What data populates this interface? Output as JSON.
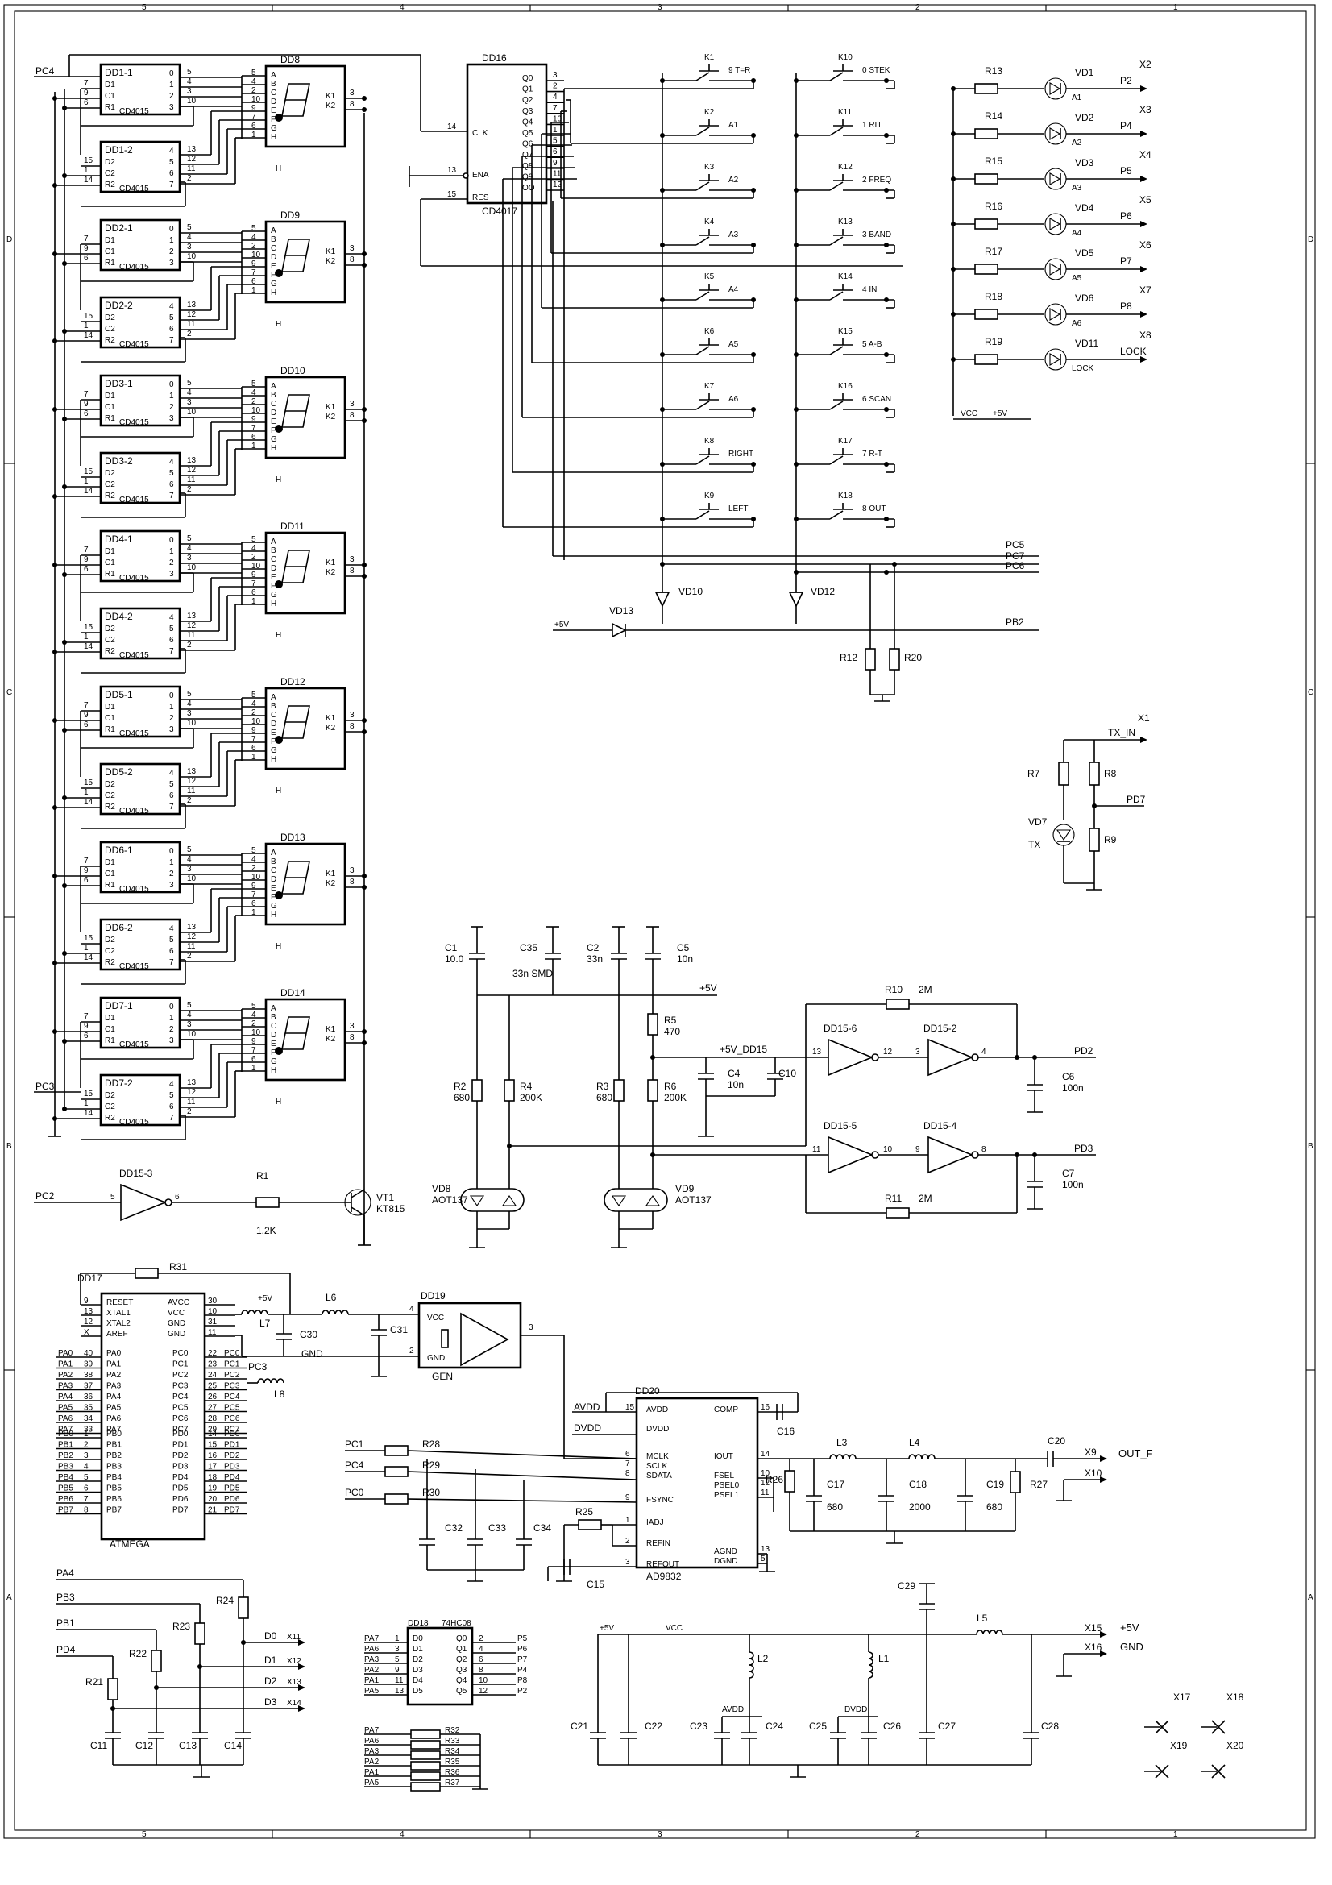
{
  "frame": {
    "cols": [
      "5",
      "4",
      "3",
      "2",
      "1"
    ],
    "rows": [
      "D",
      "C",
      "B",
      "A"
    ]
  },
  "counters": [
    {
      "a": "DD1-1",
      "b": "DD1-2",
      "disp": "DD8"
    },
    {
      "a": "DD2-1",
      "b": "DD2-2",
      "disp": "DD9"
    },
    {
      "a": "DD3-1",
      "b": "DD3-2",
      "disp": "DD10"
    },
    {
      "a": "DD4-1",
      "b": "DD4-2",
      "disp": "DD11"
    },
    {
      "a": "DD5-1",
      "b": "DD5-2",
      "disp": "DD12"
    },
    {
      "a": "DD6-1",
      "b": "DD6-2",
      "disp": "DD13"
    },
    {
      "a": "DD7-1",
      "b": "DD7-2",
      "disp": "DD14"
    }
  ],
  "counter_common": {
    "chip": "CD4015",
    "upper_pins_left": [
      "D1",
      "C1",
      "R1"
    ],
    "upper_pins_left_nums": [
      "7",
      "9",
      "6"
    ],
    "upper_pins_right": [
      "0",
      "1",
      "2",
      "3"
    ],
    "upper_pins_right_nums": [
      "5",
      "4",
      "3",
      "10"
    ],
    "lower_pins_left": [
      "D2",
      "C2",
      "R2"
    ],
    "lower_pins_left_nums": [
      "15",
      "1",
      "14"
    ],
    "lower_pins_right": [
      "4",
      "5",
      "6",
      "7"
    ],
    "lower_pins_right_nums": [
      "13",
      "12",
      "11",
      "2"
    ],
    "disp_pin_nums": [
      "5",
      "4",
      "2",
      "10",
      "9",
      "7",
      "6",
      "1"
    ],
    "segments": [
      "A",
      "B",
      "C",
      "D",
      "E",
      "F",
      "G",
      "H"
    ],
    "k1": "K1",
    "k2": "K2",
    "k_nums": [
      "3",
      "8"
    ],
    "h": "H"
  },
  "nets": {
    "pc4": "PC4",
    "pc3": "PC3",
    "pc2": "PC2",
    "pc5": "PC5",
    "pc7": "PC7",
    "pc6": "PC6",
    "pb2": "PB2",
    "pd7": "PD7",
    "pd2": "PD2",
    "pd3": "PD3",
    "p5v": "+5V",
    "vcc": "VCC",
    "p5v_dd15": "+5V_DD15",
    "avdd": "AVDD",
    "dvdd": "DVDD",
    "gnd": "GND"
  },
  "dd16": {
    "name": "DD16",
    "chip": "CD4017",
    "clk": "CLK",
    "clk_n": "14",
    "ena": "ENA",
    "ena_n": "13",
    "res": "RES",
    "res_n": "15",
    "outs": [
      "Q0",
      "Q1",
      "Q2",
      "Q3",
      "Q4",
      "Q5",
      "Q6",
      "Q7",
      "Q8",
      "Q9",
      "OO"
    ],
    "out_nums": [
      "3",
      "2",
      "4",
      "7",
      "10",
      "1",
      "5",
      "6",
      "9",
      "11",
      "12"
    ]
  },
  "keys_left": [
    {
      "k": "K1",
      "l": "9 T=R"
    },
    {
      "k": "K2",
      "l": "A1"
    },
    {
      "k": "K3",
      "l": "A2"
    },
    {
      "k": "K4",
      "l": "A3"
    },
    {
      "k": "K5",
      "l": "A4"
    },
    {
      "k": "K6",
      "l": "A5"
    },
    {
      "k": "K7",
      "l": "A6"
    },
    {
      "k": "K8",
      "l": "RIGHT"
    },
    {
      "k": "K9",
      "l": "LEFT"
    }
  ],
  "keys_right": [
    {
      "k": "K10",
      "l": "0 STEK"
    },
    {
      "k": "K11",
      "l": "1 RIT"
    },
    {
      "k": "K12",
      "l": "2 FREQ"
    },
    {
      "k": "K13",
      "l": "3 BAND"
    },
    {
      "k": "K14",
      "l": "4 IN"
    },
    {
      "k": "K15",
      "l": "5 A-B"
    },
    {
      "k": "K16",
      "l": "6 SCAN"
    },
    {
      "k": "K17",
      "l": "7 R-T"
    },
    {
      "k": "K18",
      "l": "8 OUT"
    }
  ],
  "diodes": {
    "vd10": "VD10",
    "vd12": "VD12",
    "vd13": "VD13"
  },
  "res": {
    "r12": "R12",
    "r20": "R20",
    "r7": "R7",
    "r8": "R8",
    "r9": "R9",
    "r1": "R1",
    "r1v": "1.2K",
    "r10": "R10",
    "r10v": "2M",
    "r11": "R11",
    "r11v": "2M",
    "r2": "R2",
    "r2v": "680",
    "r3": "R3",
    "r3v": "680",
    "r4": "R4",
    "r4v": "200K",
    "r5": "R5",
    "r5v": "470",
    "r6": "R6",
    "r6v": "200K",
    "r31": "R31",
    "r28": "R28",
    "r29": "R29",
    "r30": "R30",
    "r25": "R25",
    "r26": "R26",
    "r27": "R27",
    "r21": "R21",
    "r22": "R22",
    "r23": "R23",
    "r24": "R24"
  },
  "leds": [
    {
      "r": "R13",
      "vd": "VD1",
      "a": "A1",
      "x": "X2",
      "p": "P2"
    },
    {
      "r": "R14",
      "vd": "VD2",
      "a": "A2",
      "x": "X3",
      "p": "P4"
    },
    {
      "r": "R15",
      "vd": "VD3",
      "a": "A3",
      "x": "X4",
      "p": "P5"
    },
    {
      "r": "R16",
      "vd": "VD4",
      "a": "A4",
      "x": "X5",
      "p": "P6"
    },
    {
      "r": "R17",
      "vd": "VD5",
      "a": "A5",
      "x": "X6",
      "p": "P7"
    },
    {
      "r": "R18",
      "vd": "VD6",
      "a": "A6",
      "x": "X7",
      "p": "P8"
    },
    {
      "r": "R19",
      "vd": "VD11",
      "a": "LOCK",
      "x": "X8",
      "p": "LOCK"
    }
  ],
  "tx": {
    "x1": "X1",
    "tx_in": "TX_IN",
    "vd7": "VD7",
    "tx": "TX"
  },
  "caps": {
    "c1": "C1",
    "c1v": "10.0",
    "c35": "C35",
    "c35v": "33n SMD",
    "c2": "C2",
    "c2v": "33n",
    "c5": "C5",
    "c5v": "10n",
    "c4": "C4",
    "c4v": "10n",
    "c10": "C10",
    "c6": "C6",
    "c6v": "100n",
    "c7": "C7",
    "c7v": "100n",
    "c30": "C30",
    "c31": "C31",
    "c16": "C16",
    "c20": "C20",
    "c17": "C17",
    "c17v": "680",
    "c18": "C18",
    "c18v": "2000",
    "c19": "C19",
    "c19v": "680",
    "c32": "C32",
    "c33": "C33",
    "c34": "C34",
    "c15": "C15",
    "c11": "C11",
    "c12": "C12",
    "c13": "C13",
    "c14": "C14",
    "c29": "C29",
    "c21": "C21",
    "c22": "C22",
    "c23": "C23",
    "c24": "C24",
    "c25": "C25",
    "c26": "C26",
    "c27": "C27",
    "c28": "C28"
  },
  "gates": {
    "g6": "DD15-6",
    "g2": "DD15-2",
    "g5": "DD15-5",
    "g4": "DD15-4",
    "g3": "DD15-3",
    "g6i": "13",
    "g6o": "12",
    "g2i": "3",
    "g2o": "4",
    "g5i": "11",
    "g5o": "10",
    "g4i": "9",
    "g4o": "8",
    "g3i": "5",
    "g3o": "6"
  },
  "opto": {
    "vd8": "VD8",
    "vd8v": "AOT137",
    "vd9": "VD9",
    "vd9v": "AOT137"
  },
  "vt1": {
    "n": "VT1",
    "v": "KT815"
  },
  "dd17": {
    "name": "DD17",
    "chip": "ATMEGA",
    "left": [
      "RESET",
      "XTAL1",
      "XTAL2",
      "AREF"
    ],
    "left_n": [
      "9",
      "13",
      "12",
      "X"
    ],
    "right": [
      "AVCC",
      "VCC",
      "GND",
      "GND"
    ],
    "right_n": [
      "30",
      "10",
      "31",
      "11"
    ],
    "pa": [
      "PA0",
      "PA1",
      "PA2",
      "PA3",
      "PA4",
      "PA5",
      "PA6",
      "PA7"
    ],
    "pa_n": [
      "40",
      "39",
      "38",
      "37",
      "36",
      "35",
      "34",
      "33"
    ],
    "pb": [
      "PB0",
      "PB1",
      "PB2",
      "PB3",
      "PB4",
      "PB5",
      "PB6",
      "PB7"
    ],
    "pb_n": [
      "1",
      "2",
      "3",
      "4",
      "5",
      "6",
      "7",
      "8"
    ],
    "pc": [
      "PC0",
      "PC1",
      "PC2",
      "PC3",
      "PC4",
      "PC5",
      "PC6",
      "PC7"
    ],
    "pc_n": [
      "22",
      "23",
      "24",
      "25",
      "26",
      "27",
      "28",
      "29"
    ],
    "pd": [
      "PD0",
      "PD1",
      "PD2",
      "PD3",
      "PD4",
      "PD5",
      "PD6",
      "PD7"
    ],
    "pd_n": [
      "14",
      "15",
      "16",
      "17",
      "18",
      "19",
      "20",
      "21"
    ]
  },
  "dd19": {
    "name": "DD19",
    "vcc": "VCC",
    "gnd": "GND",
    "gen": "GEN",
    "n4": "4",
    "n2": "2",
    "n3": "3"
  },
  "inductors": {
    "l6": "L6",
    "l7": "L7",
    "l8": "L8",
    "l3": "L3",
    "l4": "L4",
    "l5": "L5",
    "l1": "L1",
    "l2": "L2"
  },
  "dd20": {
    "name": "DD20",
    "chip": "AD9832",
    "left": [
      "AVDD",
      "DVDD",
      "MCLK",
      "SCLK",
      "SDATA",
      "FSYNC",
      "IADJ",
      "REFIN",
      "REFOUT"
    ],
    "left_n": [
      "15",
      "",
      "6",
      "7",
      "8",
      "9",
      "1",
      "2",
      "3"
    ],
    "right": [
      "COMP",
      "IOUT",
      "FSEL",
      "PSEL0",
      "PSEL1",
      "AGND",
      "DGND"
    ],
    "right_n": [
      "16",
      "14",
      "10",
      "12",
      "11",
      "13",
      "5"
    ]
  },
  "sig": {
    "pc1": "PC1",
    "pc4": "PC4",
    "pc0": "PC0",
    "x9": "X9",
    "out_f": "OUT_F",
    "x10": "X10",
    "x15": "X15",
    "x16": "X16",
    "p5v": "+5V",
    "gnd": "GND"
  },
  "dd18": {
    "name": "DD18",
    "chip": "74HC08",
    "in": [
      "PA7",
      "PA6",
      "PA3",
      "PA2",
      "PA1",
      "PA5"
    ],
    "in_n": [
      "1",
      "3",
      "5",
      "9",
      "11",
      "13"
    ],
    "d": [
      "D0",
      "D1",
      "D2",
      "D3",
      "D4",
      "D5"
    ],
    "q": [
      "Q0",
      "Q1",
      "Q2",
      "Q3",
      "Q4",
      "Q5"
    ],
    "q_n": [
      "2",
      "4",
      "6",
      "8",
      "10",
      "12"
    ],
    "out": [
      "P5",
      "P6",
      "P7",
      "P4",
      "P8",
      "P2"
    ]
  },
  "rpack": {
    "in": [
      "PA7",
      "PA6",
      "PA3",
      "PA2",
      "PA1",
      "PA5"
    ],
    "r": [
      "R32",
      "R33",
      "R34",
      "R35",
      "R36",
      "R37"
    ]
  },
  "bottom_left": {
    "pa4": "PA4",
    "pb3": "PB3",
    "pb1": "PB1",
    "pd4": "PD4",
    "d": [
      "D0",
      "D1",
      "D2",
      "D3"
    ],
    "x": [
      "X11",
      "X12",
      "X13",
      "X14"
    ]
  },
  "misc_x": [
    "X17",
    "X18",
    "X19",
    "X20"
  ]
}
